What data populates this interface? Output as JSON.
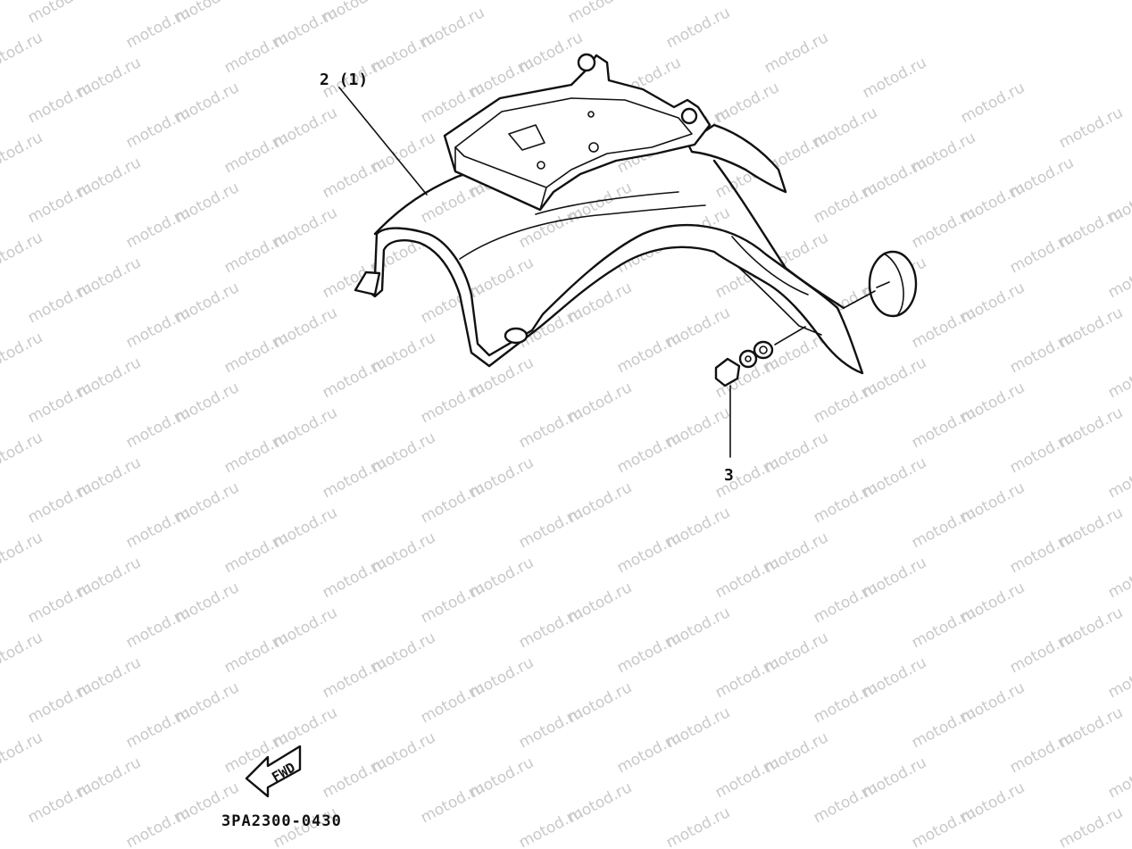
{
  "watermark": {
    "text": "motod.ru",
    "color": "#c9c9c9"
  },
  "callouts": {
    "fender": "2 (1)",
    "nut": "3"
  },
  "fwd_arrow": {
    "label": "FWD",
    "icon": "forward-arrow-icon"
  },
  "diagram_code": "3PA2300-0430",
  "colors": {
    "line": "#111111",
    "background": "#ffffff"
  }
}
